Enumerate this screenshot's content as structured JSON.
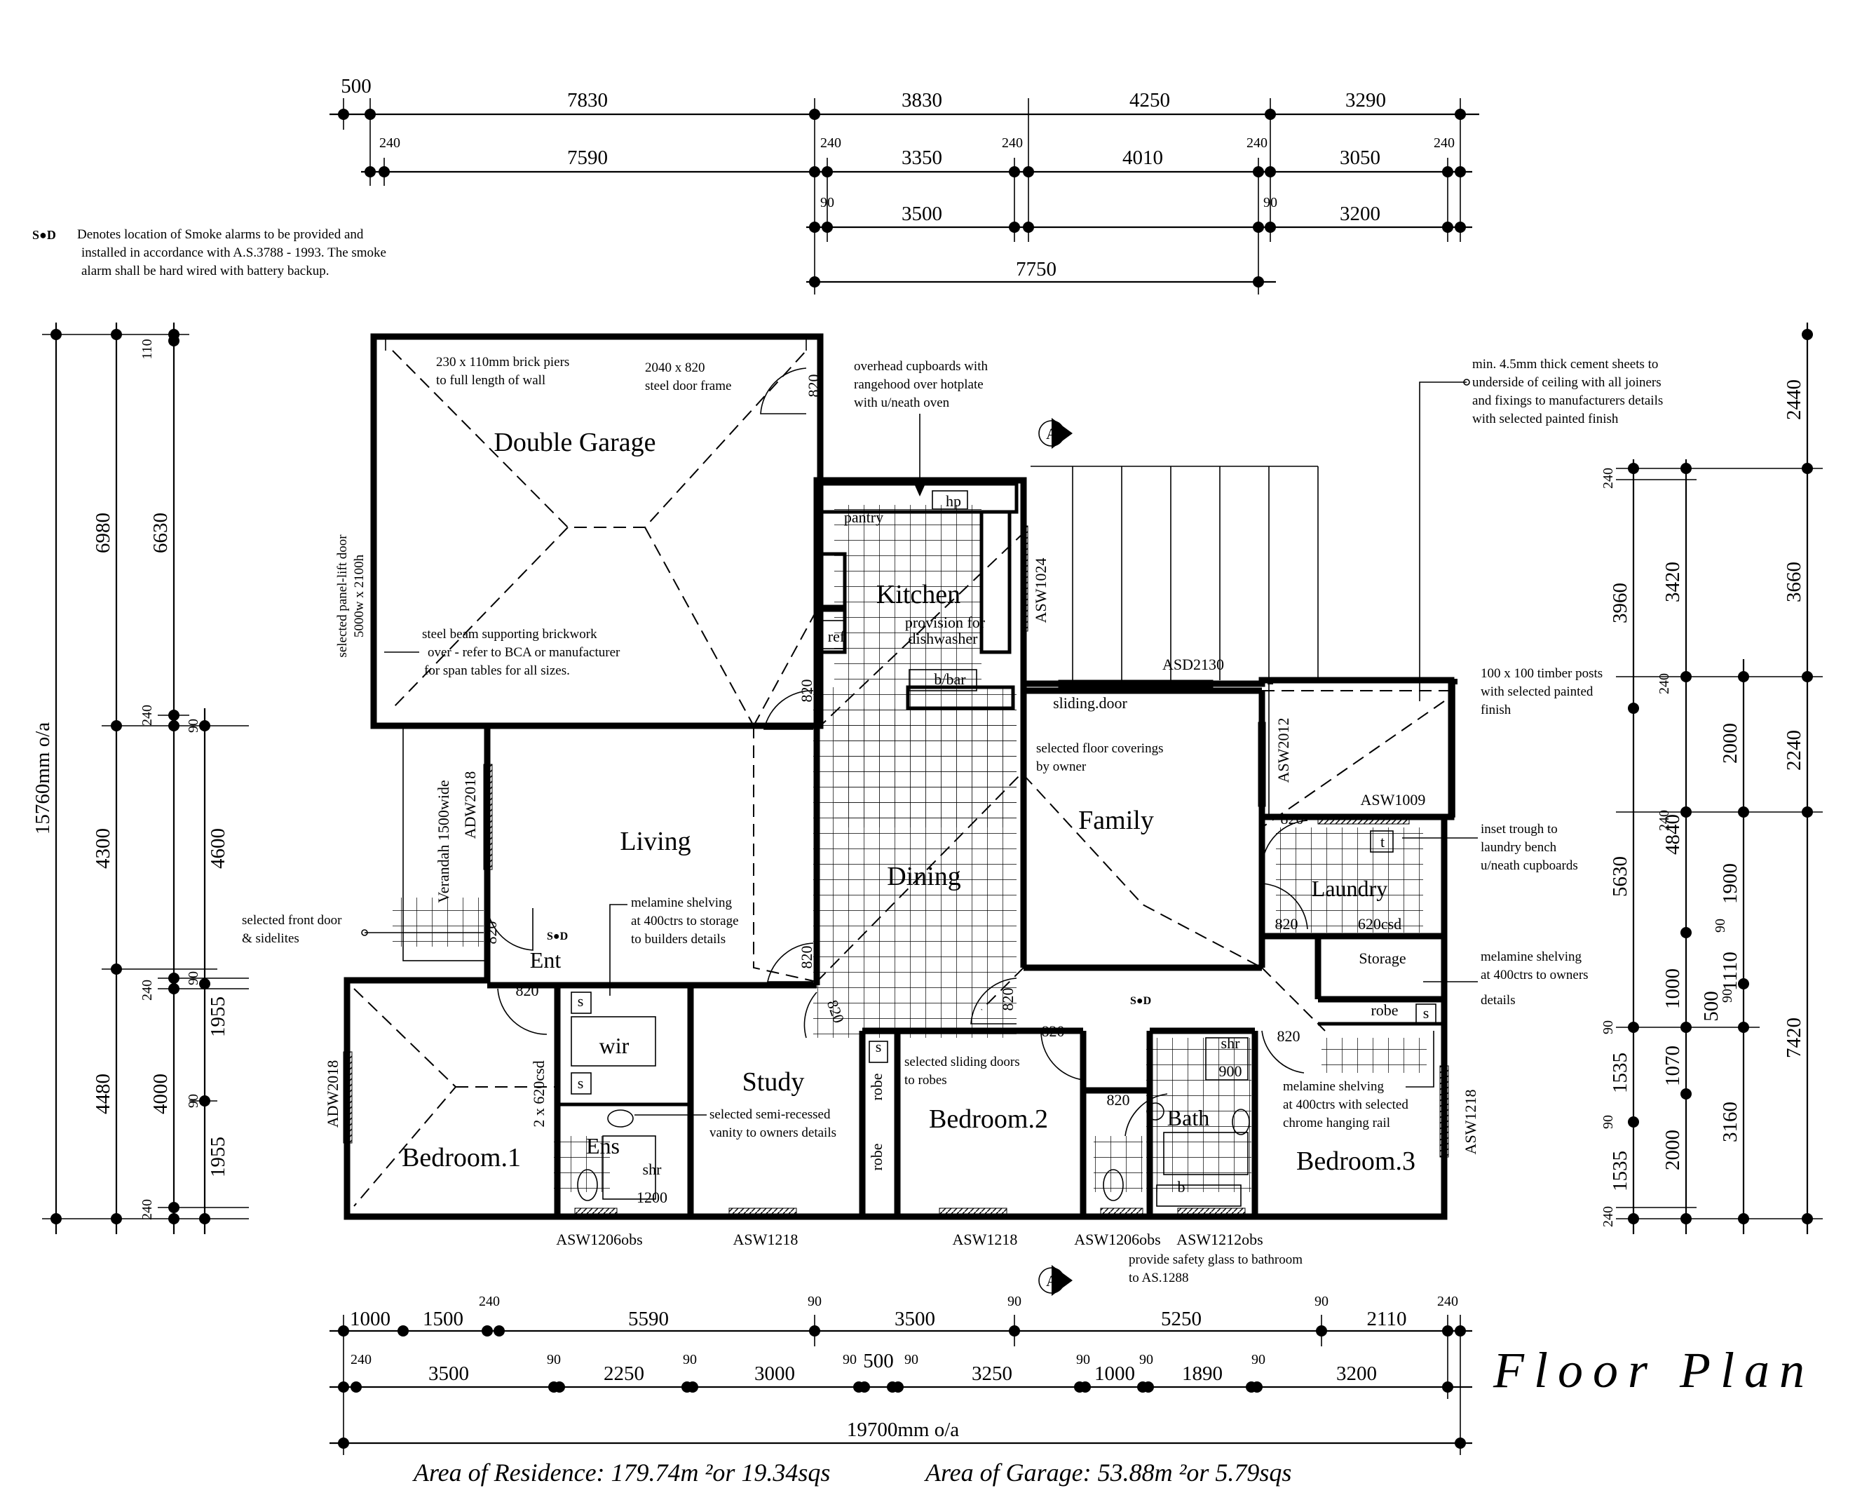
{
  "title": "Floor Plan",
  "area_residence": "Area of Residence: 179.74m ²or   19.34sqs",
  "area_garage": "Area of Garage: 53.88m ²or   5.79sqs",
  "smoke_legend": {
    "symbol": "S●D",
    "lines": [
      "Denotes location of Smoke alarms to be provided and",
      "installed in accordance with A.S.3788 - 1993. The smoke",
      "alarm shall be hard wired with battery backup."
    ]
  },
  "rooms": {
    "garage": "Double Garage",
    "kitchen": "Kitchen",
    "living": "Living",
    "dining": "Dining",
    "family": "Family",
    "laundry": "Laundry",
    "storage": "Storage",
    "ent": "Ent",
    "wir": "wir",
    "study": "Study",
    "bedroom1": "Bedroom.1",
    "ens": "Ens",
    "bedroom2": "Bedroom.2",
    "bath": "Bath",
    "bedroom3": "Bedroom.3"
  },
  "fixtures": {
    "pantry": "pantry",
    "ref": "ref",
    "hp": "hp",
    "bbar": "b/bar",
    "shr1": "shr",
    "shr1_size": "1200",
    "shr2": "shr",
    "shr2_size": "900",
    "bath_b": "b",
    "trough_t": "t",
    "robe": "robe",
    "shelf_s": "s",
    "section_a": "A",
    "sliding_door": "sliding.door",
    "provision": [
      "provision for",
      "dishwasher"
    ],
    "two_x_620": "2 x 620csd",
    "csd620": "620csd",
    "verandah": "Verandah  1500wide"
  },
  "windows": {
    "asw1024": "ASW1024",
    "asd2130": "ASD2130",
    "asw2012": "ASW2012",
    "asw1009": "ASW1009",
    "adw2018a": "ADW2018",
    "adw2018b": "ADW2018",
    "asw1218r": "ASW1218",
    "asw1206a": "ASW1206obs",
    "asw1218a": "ASW1218",
    "asw1218b": "ASW1218",
    "asw1206b": "ASW1206obs",
    "asw1212": "ASW1212obs"
  },
  "doors": [
    "820",
    "820",
    "820",
    "820",
    "820",
    "820",
    "820",
    "820",
    "820",
    "820",
    "820",
    "820"
  ],
  "notes": {
    "brick_piers": [
      "230 x 110mm brick piers",
      "to full length of wall"
    ],
    "steel_door": [
      "2040 x 820",
      "steel door frame"
    ],
    "overhead": [
      "overhead cupboards with",
      "rangehood over hotplate",
      "with u/neath oven"
    ],
    "cement": [
      "min. 4.5mm thick cement sheets to",
      "underside of ceiling with all joiners",
      "and fixings to manufacturers details",
      "with selected painted finish"
    ],
    "panel_lift": [
      "selected panel-lift door",
      "5000w x 2100h"
    ],
    "steel_beam": [
      "steel beam supporting brickwork",
      "over - refer to BCA or manufacturer",
      "for span tables for all sizes."
    ],
    "timber_posts": [
      "100 x 100 timber posts",
      "with selected painted",
      "finish"
    ],
    "floor_cov": [
      "selected floor coverings",
      "by owner"
    ],
    "trough": [
      "inset trough to",
      "laundry bench",
      "u/neath cupboards"
    ],
    "front_door": [
      "selected front door",
      "& sidelites"
    ],
    "melamine_living": [
      "melamine shelving",
      "at 400ctrs to storage",
      "to builders details"
    ],
    "melamine_storage": [
      "melamine shelving",
      "at 400ctrs to owners",
      "details"
    ],
    "vanity": [
      "selected semi-recessed",
      "vanity to owners details"
    ],
    "sliding_robes": [
      "selected sliding doors",
      "to robes"
    ],
    "melamine_bed3": [
      "melamine shelving",
      "at 400ctrs with selected",
      "chrome hanging rail"
    ],
    "safety_glass": [
      "provide safety glass to bathroom",
      "to AS.1288"
    ]
  },
  "dims": {
    "top1": [
      "500",
      "7830",
      "3830",
      "4250",
      "3290"
    ],
    "top2": [
      "240",
      "7590",
      "240",
      "3350",
      "240",
      "4010",
      "240",
      "3050",
      "240"
    ],
    "top3": [
      "90",
      "3500",
      "90",
      "3200"
    ],
    "top4": [
      "7750"
    ],
    "bot1": [
      "1000",
      "1500",
      "240",
      "5590",
      "90",
      "3500",
      "90",
      "5250",
      "90",
      "2110",
      "240"
    ],
    "bot2": [
      "240",
      "3500",
      "90",
      "2250",
      "90",
      "3000",
      "90",
      "500",
      "90",
      "3250",
      "90",
      "1000",
      "90",
      "1890",
      "90",
      "3200"
    ],
    "bot3": [
      "19700mm o/a"
    ],
    "left_oa": "15760mm o/a",
    "left2": [
      "6980",
      "4300",
      "4480"
    ],
    "left3": [
      "110",
      "6630",
      "240",
      "4600",
      "240",
      "4000",
      "240"
    ],
    "left4": [
      "90",
      "90",
      "1955",
      "90",
      "1955"
    ],
    "right1": [
      "2440",
      "3660",
      "2240",
      "7420"
    ],
    "right2": [
      "3420",
      "2000",
      "4840",
      "1900",
      "1110",
      "500",
      "1070",
      "3160"
    ],
    "right3": [
      "240",
      "3960",
      "240",
      "5630",
      "240",
      "90",
      "1000",
      "90",
      "90",
      "1535",
      "90",
      "1535",
      "2000",
      "240"
    ]
  }
}
